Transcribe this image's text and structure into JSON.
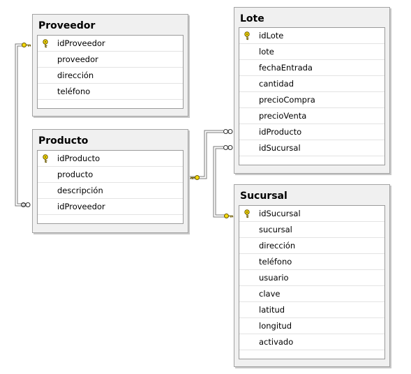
{
  "tables": {
    "proveedor": {
      "title": "Proveedor",
      "columns": [
        {
          "name": "idProveedor",
          "pk": true
        },
        {
          "name": "proveedor",
          "pk": false
        },
        {
          "name": "dirección",
          "pk": false
        },
        {
          "name": "teléfono",
          "pk": false
        }
      ]
    },
    "producto": {
      "title": "Producto",
      "columns": [
        {
          "name": "idProducto",
          "pk": true
        },
        {
          "name": "producto",
          "pk": false
        },
        {
          "name": "descripción",
          "pk": false
        },
        {
          "name": "idProveedor",
          "pk": false
        }
      ]
    },
    "lote": {
      "title": "Lote",
      "columns": [
        {
          "name": "idLote",
          "pk": true
        },
        {
          "name": "lote",
          "pk": false
        },
        {
          "name": "fechaEntrada",
          "pk": false
        },
        {
          "name": "cantidad",
          "pk": false
        },
        {
          "name": "precioCompra",
          "pk": false
        },
        {
          "name": "precioVenta",
          "pk": false
        },
        {
          "name": "idProducto",
          "pk": false
        },
        {
          "name": "idSucursal",
          "pk": false
        }
      ]
    },
    "sucursal": {
      "title": "Sucursal",
      "columns": [
        {
          "name": "idSucursal",
          "pk": true
        },
        {
          "name": "sucursal",
          "pk": false
        },
        {
          "name": "dirección",
          "pk": false
        },
        {
          "name": "teléfono",
          "pk": false
        },
        {
          "name": "usuario",
          "pk": false
        },
        {
          "name": "clave",
          "pk": false
        },
        {
          "name": "latitud",
          "pk": false
        },
        {
          "name": "longitud",
          "pk": false
        },
        {
          "name": "activado",
          "pk": false
        }
      ]
    }
  },
  "relationships": [
    {
      "from": "producto.idProveedor",
      "to": "proveedor.idProveedor"
    },
    {
      "from": "lote.idProducto",
      "to": "producto.idProducto"
    },
    {
      "from": "lote.idSucursal",
      "to": "sucursal.idSucursal"
    }
  ],
  "colors": {
    "key_fill": "#f5d90a",
    "key_stroke": "#6b5a00",
    "connector": "#7a7a7a"
  },
  "icons": {
    "primary_key": "key-icon",
    "many_end": "infinity-icon"
  }
}
